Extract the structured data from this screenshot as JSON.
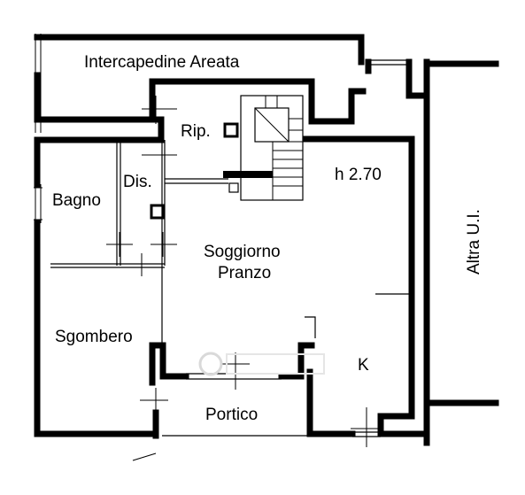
{
  "rooms": {
    "intercapedine": "Intercapedine Areata",
    "ripostiglio": "Rip.",
    "disimpegno": "Dis.",
    "bagno": "Bagno",
    "soggiorno_line1": "Soggiorno",
    "soggiorno_line2": "Pranzo",
    "sgombero": "Sgombero",
    "portico": "Portico",
    "cucina": "K",
    "altra_ui": "Altra U.I."
  },
  "ceiling_height": "h 2.70",
  "colors": {
    "wall": "#000000",
    "background": "#ffffff",
    "watermark": "#d9d9d9"
  }
}
